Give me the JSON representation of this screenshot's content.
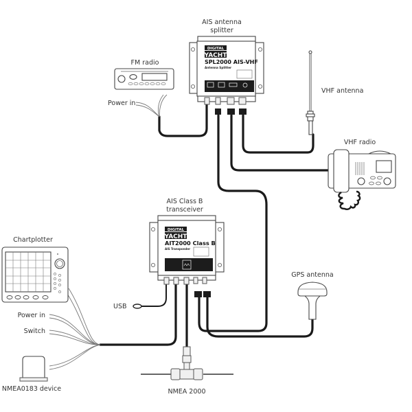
{
  "diagram": {
    "title": "Digital Yacht AIS installation wiring diagram",
    "labels": {
      "splitter": [
        "AIS antenna",
        "splitter"
      ],
      "fm_radio": "FM radio",
      "power_in_fm": "Power in",
      "vhf_antenna": "VHF antenna",
      "vhf_radio": "VHF radio",
      "transceiver": [
        "AIS Class B",
        "transceiver"
      ],
      "chartplotter": "Chartplotter",
      "usb": "USB",
      "power_in": "Power in",
      "switch": "Switch",
      "gps_antenna": "GPS antenna",
      "nmea0183": "NMEA0183 device",
      "nmea2000": "NMEA 2000"
    },
    "devices": {
      "splitter": {
        "brand_top": "DIGITAL",
        "brand": "YACHT",
        "model": "SPL2000 AIS-VHF",
        "subtitle": "Antenna Splitter"
      },
      "transceiver": {
        "brand_top": "DIGITAL",
        "brand": "YACHT",
        "model": "AIT2000 Class B",
        "subtitle": "AIS Transponder"
      }
    }
  }
}
